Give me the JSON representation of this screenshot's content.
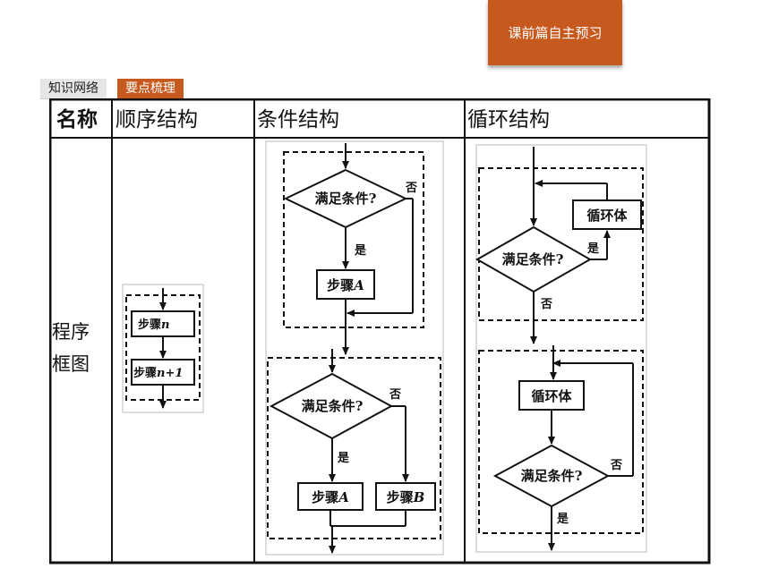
{
  "header": {
    "chapter_tab": "课前篇自主预习"
  },
  "tabs": [
    {
      "label": "知识网络",
      "active": false
    },
    {
      "label": "要点梳理",
      "active": true
    }
  ],
  "table": {
    "col_headers": [
      "名称",
      "顺序结构",
      "条件结构",
      "循环结构"
    ],
    "row_header": [
      "程序",
      "框图"
    ]
  },
  "flowcharts": {
    "sequence": {
      "step1": "步骤",
      "step1_var": "n",
      "step2": "步骤",
      "step2_var": "n+1"
    },
    "condition_single": {
      "condition": "满足条件?",
      "yes": "是",
      "no": "否",
      "step": "步骤",
      "step_var": "A"
    },
    "condition_double": {
      "condition": "满足条件?",
      "yes": "是",
      "no": "否",
      "step_a": "步骤",
      "step_a_var": "A",
      "step_b": "步骤",
      "step_b_var": "B"
    },
    "loop_while": {
      "body": "循环体",
      "condition": "满足条件?",
      "yes": "是",
      "no": "否"
    },
    "loop_until": {
      "body": "循环体",
      "condition": "满足条件?",
      "yes": "是",
      "no": "否"
    }
  }
}
